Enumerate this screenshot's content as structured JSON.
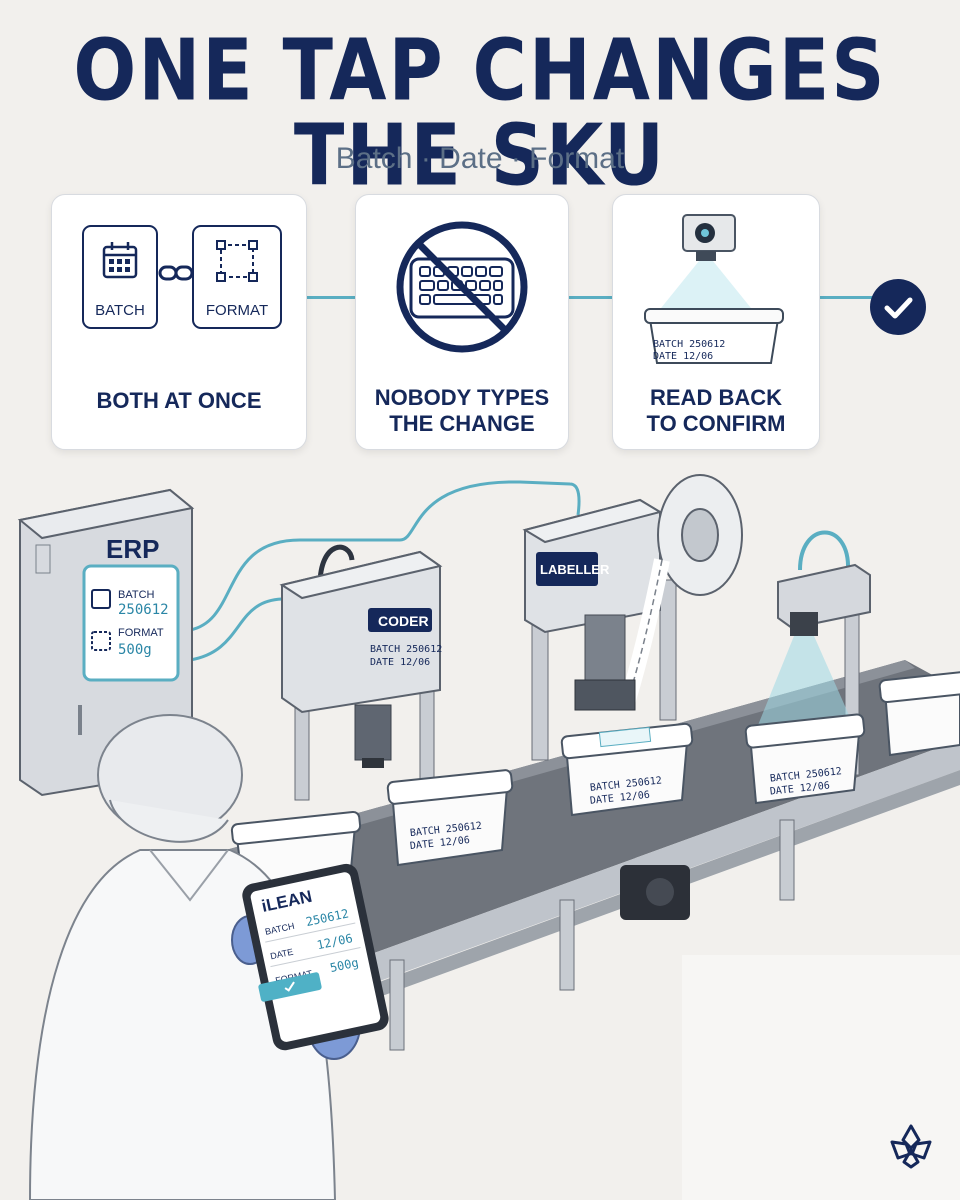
{
  "header": {
    "title": "ONE TAP CHANGES THE SKU",
    "subtitle": "Batch · Date · Format"
  },
  "cards": [
    {
      "label": "BOTH AT ONCE",
      "icons": [
        {
          "label": "BATCH",
          "icon": "calendar-icon"
        },
        {
          "label": "FORMAT",
          "icon": "format-frame-icon"
        }
      ],
      "link_icon": "chain-link-icon"
    },
    {
      "label_line1": "NOBODY TYPES",
      "label_line2": "THE CHANGE",
      "icon": "no-keyboard-icon"
    },
    {
      "label_line1": "READ BACK",
      "label_line2": "TO CONFIRM",
      "icon": "camera-reading-tub-icon",
      "tub_line1": "BATCH 250612",
      "tub_line2": "DATE 12/06"
    }
  ],
  "status_icon": "checkmark-icon",
  "scene": {
    "erp": {
      "title": "ERP",
      "batch_label": "BATCH",
      "batch_value": "250612",
      "format_label": "FORMAT",
      "format_value": "500g"
    },
    "coder": {
      "label": "CODER",
      "line1": "BATCH 250612",
      "line2": "DATE 12/06"
    },
    "labeller": {
      "label": "LABELLER"
    },
    "tub_print": {
      "line1": "BATCH 250612",
      "line2": "DATE 12/06"
    },
    "tablet": {
      "brand": "iLEAN",
      "batch_label": "BATCH",
      "batch_value": "250612",
      "date_label": "DATE",
      "date_value": "12/06",
      "format_label": "FORMAT",
      "format_value": "500g"
    }
  },
  "colors": {
    "navy": "#15285a",
    "teal": "#5aaec2",
    "bg": "#f2f0ed"
  }
}
